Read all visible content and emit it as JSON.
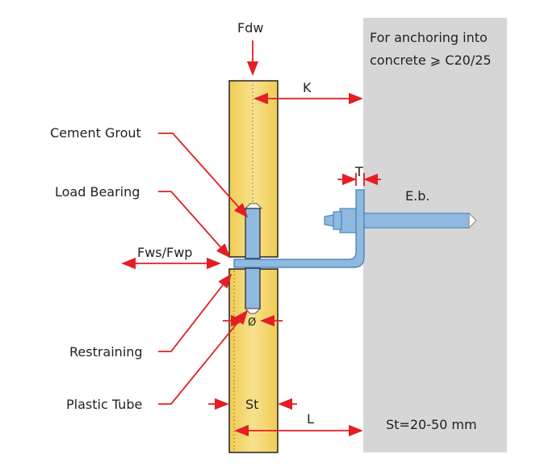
{
  "labels": {
    "fdw": "Fdw",
    "k": "K",
    "concrete_note_line1": "For anchoring into",
    "concrete_note_line2": "concrete ⩾ C20/25",
    "cement_grout": "Cement Grout",
    "load_bearing": "Load Bearing",
    "fws_fwp": "Fws/Fwp",
    "t": "T",
    "eb": "E.b.",
    "diameter": "Ø",
    "restraining": "Restraining",
    "plastic_tube": "Plastic Tube",
    "st": "St",
    "l": "L",
    "st_range": "St=20-50 mm"
  },
  "colors": {
    "arrow": "#e31e24",
    "concrete": "#d6d6d6",
    "insulation": "#f2d46a",
    "steel": "#8fb9df"
  }
}
